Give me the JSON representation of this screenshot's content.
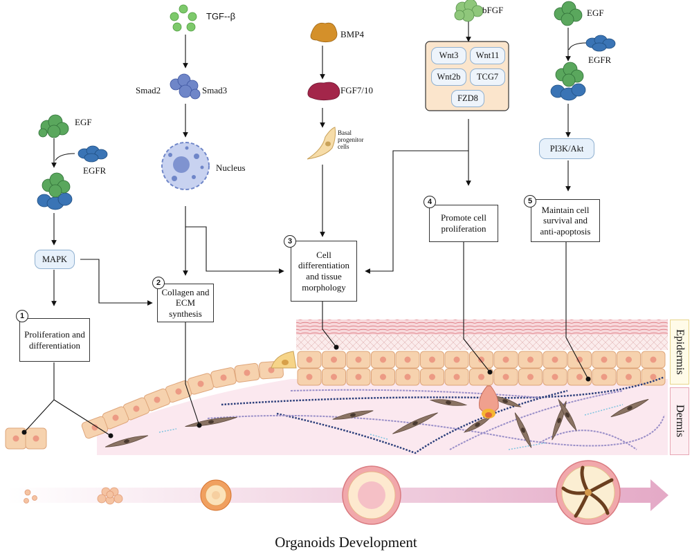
{
  "title": "Organoids Development",
  "layers": {
    "epidermis": "Epidermis",
    "dermis": "Dermis"
  },
  "egf_left": {
    "ligand": "EGF",
    "receptor": "EGFR",
    "kinase": "MAPK"
  },
  "tgf": {
    "ligand": "TGF--β",
    "smad2": "Smad2",
    "smad3": "Smad3",
    "nucleus": "Nucleus"
  },
  "bmp": {
    "bmp4": "BMP4",
    "fgf": "FGF7/10",
    "basal": "Basal progenitor cells"
  },
  "bfgf": {
    "ligand": "bFGF",
    "wnt3": "Wnt3",
    "wnt11": "Wnt11",
    "wnt2b": "Wnt2b",
    "tcg7": "TCG7",
    "fzd8": "FZD8"
  },
  "egf_right": {
    "ligand": "EGF",
    "receptor": "EGFR",
    "kinase": "PI3K/Akt"
  },
  "outcomes": [
    {
      "num": "1",
      "text": "Proliferation and differentiation"
    },
    {
      "num": "2",
      "text": "Collagen and ECM synthesis"
    },
    {
      "num": "3",
      "text": "Cell differentiation and tissue morphology"
    },
    {
      "num": "4",
      "text": "Promote cell proliferation"
    },
    {
      "num": "5",
      "text": "Maintain cell survival and anti-apoptosis"
    }
  ],
  "colors": {
    "egf": "#5aa75d",
    "egfr": "#3a74b5",
    "tgf": "#7dc96b",
    "smad": "#6f86c8",
    "bmp4": "#d4902a",
    "fgf": "#a3264a",
    "skin_cell": "#f6d2ae",
    "dermis": "#fbe6ee",
    "fibroblast": "#8a7363",
    "arrow_band": "#e4a9c6"
  }
}
